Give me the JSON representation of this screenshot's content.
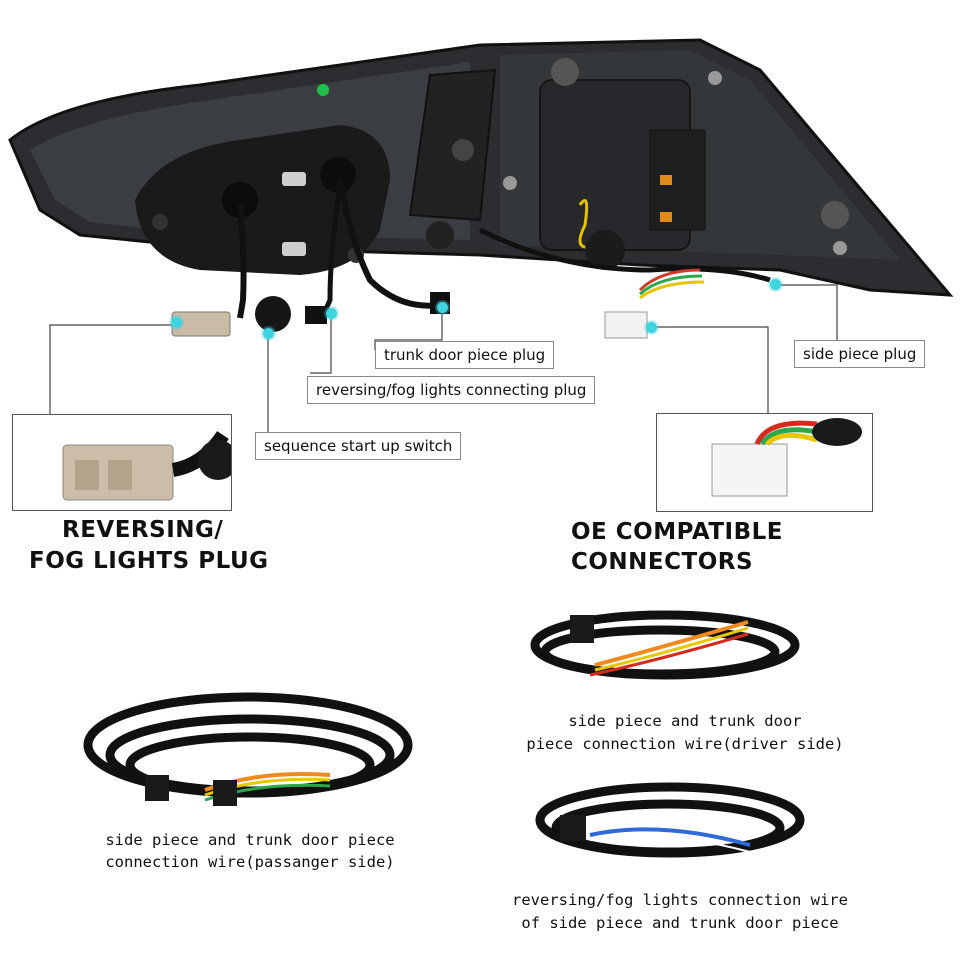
{
  "callouts": {
    "trunk_door_plug": "trunk door piece plug",
    "side_piece_plug": "side piece plug",
    "reversing_fog_plug": "reversing/fog lights connecting plug",
    "sequence_switch": "sequence start up switch"
  },
  "headings": {
    "reversing_line1": "REVERSING/",
    "reversing_line2": "FOG LIGHTS PLUG",
    "oe_compatible": "OE COMPATIBLE CONNECTORS"
  },
  "captions": {
    "driver_line1": "side piece and trunk door",
    "driver_line2": "piece connection wire(driver side)",
    "passenger_line1": "side piece and trunk door piece",
    "passenger_line2": "connection wire(passanger side)",
    "reverse_line1": "reversing/fog lights connection wire",
    "reverse_line2": "of side piece and trunk door piece"
  },
  "colors": {
    "accent_dot": "#3fd3df",
    "housing": "#2b2d30",
    "wire": "#111111"
  },
  "icons": [
    "tail-light-photo",
    "connector-photo",
    "wire-harness-photo"
  ]
}
